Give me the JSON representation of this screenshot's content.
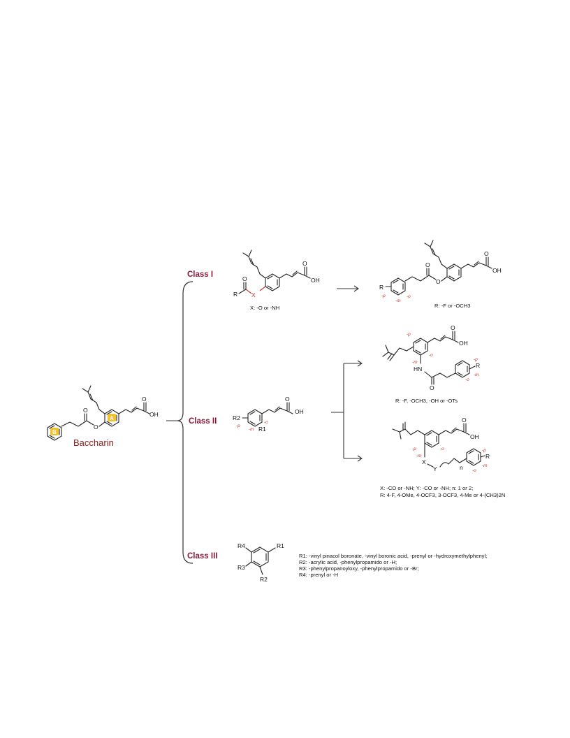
{
  "lead": {
    "name": "Baccharin",
    "ring_a_label": "A",
    "ring_b_label": "B",
    "atoms": {
      "o_carbonyl": "O",
      "o_ester": "O",
      "o_acid": "O",
      "oh_acid": "OH"
    }
  },
  "classes": [
    {
      "label": "Class I",
      "core": {
        "atoms": {
          "r": "R",
          "o_carbonyl": "O",
          "x": "X",
          "o_acid": "O",
          "oh_acid": "OH"
        },
        "note": "X: -O or -NH"
      },
      "product": {
        "atoms": {
          "r": "R",
          "o_carbonyl": "O",
          "o_ester": "O",
          "o_acid": "O",
          "oh_acid": "OH"
        },
        "positions": [
          "-p",
          "-o",
          "-m"
        ],
        "note": "R: -F or -OCH3"
      }
    },
    {
      "label": "Class II",
      "core": {
        "atoms": {
          "r2": "R2",
          "r1": "R1",
          "o_acid": "O",
          "oh_acid": "OH"
        },
        "positions": [
          "-p",
          "-o",
          "-m"
        ]
      },
      "product_a": {
        "atoms": {
          "hn": "HN",
          "o_amide": "O",
          "r": "R",
          "o_acid": "O",
          "oh_acid": "OH"
        },
        "positions": [
          "-p",
          "-o",
          "-m",
          "-p",
          "-o",
          "-m"
        ],
        "note": "R: -F, -OCH3, -OH or -OTs"
      },
      "product_b": {
        "atoms": {
          "x": "X",
          "y": "Y",
          "n": "n",
          "r": "R",
          "o_acid": "O",
          "oh_acid": "OH"
        },
        "positions": [
          "-p",
          "-o",
          "-m",
          "-p",
          "-o",
          "-m"
        ],
        "note_1": "X: -CO or -NH; Y: -CO or -NH; n: 1 or 2;",
        "note_2": "R: 4-F, 4-OMe, 4-OCF3, 3-OCF3, 4-Me or 4-(CH3)2N"
      }
    },
    {
      "label": "Class III",
      "core": {
        "atoms": {
          "r1": "R1",
          "r2": "R2",
          "r3": "R3",
          "r4": "R4"
        }
      },
      "notes": [
        "R1: -vinyl pinacol boronate, -vinyl boronic acid, -prenyl or -hydroxymethylphenyl;",
        "R2: -acrylic acid, -phenylpropamido or -H;",
        "R3: -phenylpropanoyloxy, -phenylpropamido or -Br;",
        "R4: -prenyl or -H"
      ]
    }
  ]
}
